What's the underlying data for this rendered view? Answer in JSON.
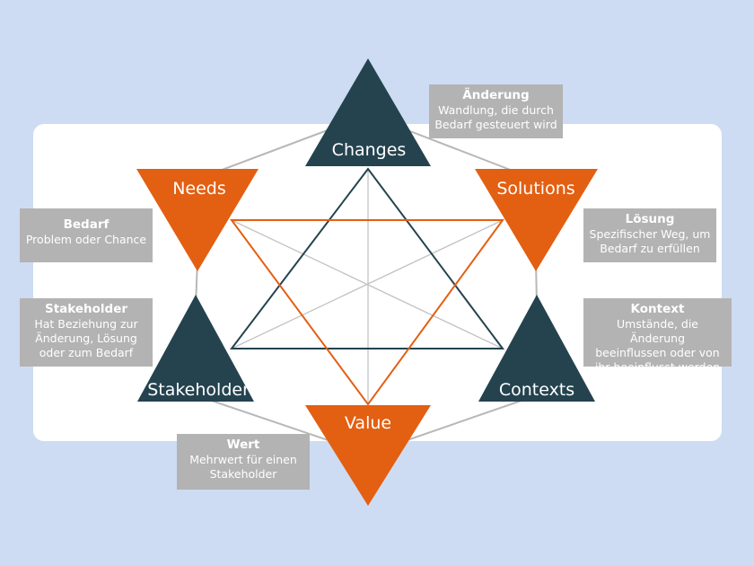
{
  "colors": {
    "background": "#cddcf2",
    "panel": "#ffffff",
    "orange": "#e35f12",
    "dark": "#24434f",
    "connector": "#b8b8b8",
    "box": "#b3b3b3"
  },
  "nodes": {
    "changes": "Changes",
    "needs": "Needs",
    "solutions": "Solutions",
    "stakeholders": "Stakeholders",
    "contexts": "Contexts",
    "value": "Value"
  },
  "boxes": {
    "aenderung": {
      "title": "Änderung",
      "lines": [
        "Wandlung, die durch",
        "Bedarf gesteuert wird"
      ]
    },
    "bedarf": {
      "title": "Bedarf",
      "lines": [
        "Problem oder Chance"
      ]
    },
    "loesung": {
      "title": "Lösung",
      "lines": [
        "Spezifischer Weg, um",
        "Bedarf zu erfüllen"
      ]
    },
    "stakeholder": {
      "title": "Stakeholder",
      "lines": [
        "Hat Beziehung zur",
        "Änderung, Lösung",
        "oder zum Bedarf"
      ]
    },
    "kontext": {
      "title": "Kontext",
      "lines": [
        "Umstände, die Änderung",
        "beeinflussen oder von",
        "ihr beeinflusst werden"
      ]
    },
    "wert": {
      "title": "Wert",
      "lines": [
        "Mehrwert für einen",
        "Stakeholder"
      ]
    }
  }
}
